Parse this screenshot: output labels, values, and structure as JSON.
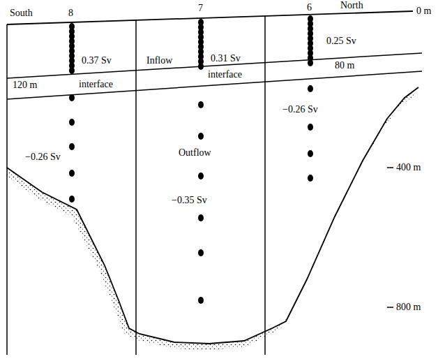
{
  "diagram": {
    "labels": [
      "South",
      "8",
      "7",
      "6",
      "North",
      "0 m",
      "0.37 Sv",
      "Inflow",
      "0.31 Sv",
      "0.25 Sv",
      "80 m",
      "interface",
      "120 m",
      "interface",
      "−0.26 Sv",
      "Outflow",
      "−0.26 Sv",
      "400 m",
      "−0.35 Sv",
      "800 m"
    ]
  }
}
